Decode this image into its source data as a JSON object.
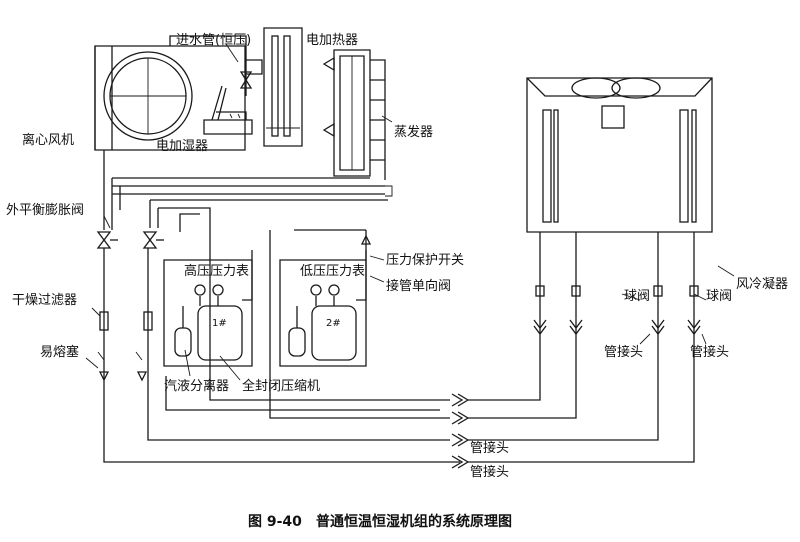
{
  "labels": {
    "inlet_pipe": "进水管(恒压)",
    "electric_heater": "电加热器",
    "centrifugal_fan": "离心风机",
    "electric_humidifier": "电加湿器",
    "evaporator": "蒸发器",
    "external_expansion_valve": "外平衡膨胀阀",
    "high_pressure_gauge": "高压压力表",
    "low_pressure_gauge": "低压压力表",
    "pressure_switch": "压力保护开关",
    "check_valve": "接管单向阀",
    "drier_filter": "干燥过滤器",
    "fusible_plug": "易熔塞",
    "gas_liquid_separator": "汽液分离器",
    "hermetic_compressor": "全封闭压缩机",
    "compressor_1": "1#",
    "compressor_2": "2#",
    "ball_valve_1": "球阀",
    "ball_valve_2": "球阀",
    "air_condenser": "风冷凝器",
    "pipe_joint_1": "管接头",
    "pipe_joint_2": "管接头",
    "pipe_joint_3": "管接头",
    "pipe_joint_4": "管接头"
  },
  "caption": {
    "figure_no": "图 9-40",
    "title": "普通恒温恒湿机组的系统原理图"
  }
}
